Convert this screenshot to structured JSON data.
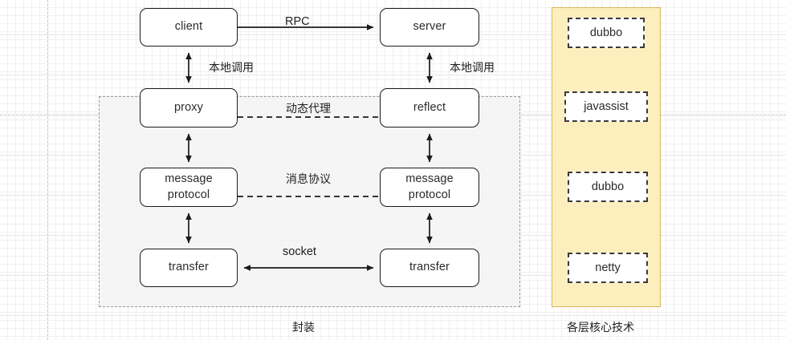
{
  "diagram": {
    "title": "RPC layered architecture diagram",
    "background": {
      "grid": "10px minor / 50px major",
      "minor_color": "#f0f0f0",
      "major_color": "#e4e4e4",
      "guide_color": "#c8c8c8"
    },
    "colors": {
      "node_border": "#1b1b1b",
      "node_fill": "#ffffff",
      "region_fill": "#f4f4f4",
      "region_border": "#9a9a9a",
      "panel_fill": "#fdeebd",
      "panel_border": "#d6b656",
      "tech_border": "#3a3a3a"
    },
    "client_column": [
      {
        "id": "client",
        "label": "client"
      },
      {
        "id": "proxy",
        "label": "proxy"
      },
      {
        "id": "message-protocol-left",
        "label": "message\nprotocol"
      },
      {
        "id": "transfer-left",
        "label": "transfer"
      }
    ],
    "server_column": [
      {
        "id": "server",
        "label": "server"
      },
      {
        "id": "reflect",
        "label": "reflect"
      },
      {
        "id": "message-protocol-right",
        "label": "message\nprotocol"
      },
      {
        "id": "transfer-right",
        "label": "transfer"
      }
    ],
    "connector_labels": {
      "rpc": "RPC",
      "local_call_left": "本地调用",
      "local_call_right": "本地调用",
      "dynamic_proxy": "动态代理",
      "message_protocol": "消息协议",
      "socket": "socket"
    },
    "encapsulation_region": {
      "caption": "封装"
    },
    "tech_panel": {
      "caption": "各层核心技术",
      "items": [
        {
          "id": "tech-dubbo-1",
          "label": "dubbo"
        },
        {
          "id": "tech-javassist",
          "label": "javassist"
        },
        {
          "id": "tech-dubbo-2",
          "label": "dubbo"
        },
        {
          "id": "tech-netty",
          "label": "netty"
        }
      ]
    }
  }
}
